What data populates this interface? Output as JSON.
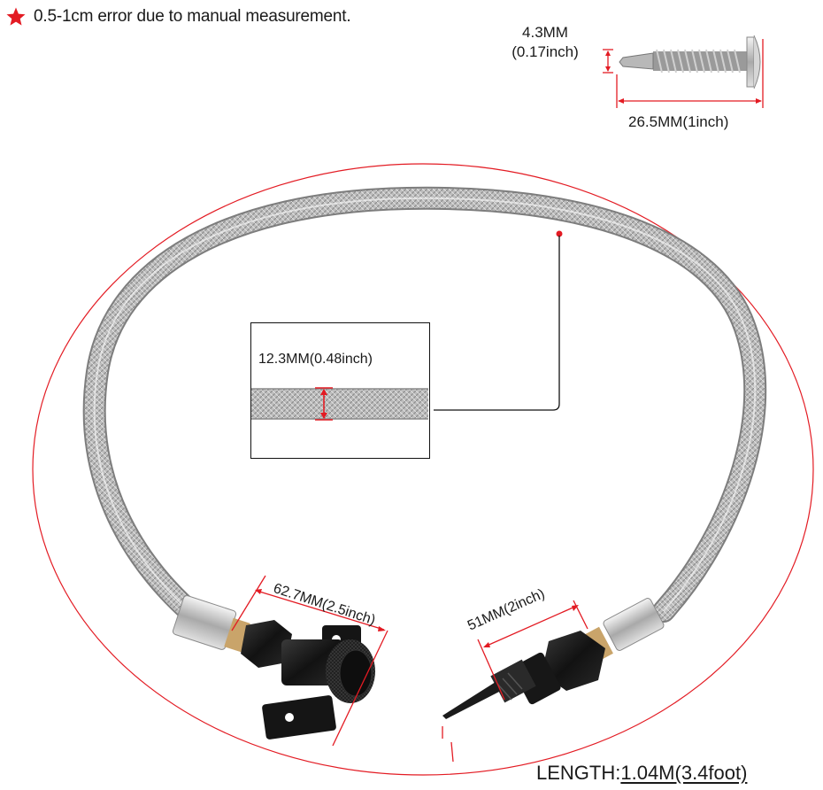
{
  "note": {
    "icon": "star-icon",
    "icon_color": "#e31b23",
    "text": "0.5-1cm error due to manual measurement."
  },
  "screw": {
    "diameter_mm": "4.3MM",
    "diameter_inch": "(0.17inch)",
    "length": "26.5MM(1inch)"
  },
  "hose": {
    "diameter": "12.3MM(0.48inch)"
  },
  "left_fitting": {
    "size": "62.7MM(2.5inch)"
  },
  "right_fitting": {
    "size": "51MM(2inch)"
  },
  "total_length": {
    "label": "LENGTH:",
    "value": "1.04M(3.4foot)"
  },
  "colors": {
    "accent_red": "#e31b23",
    "hose_silver": "#b9b9b9",
    "fitting_black": "#1b1b1b"
  }
}
